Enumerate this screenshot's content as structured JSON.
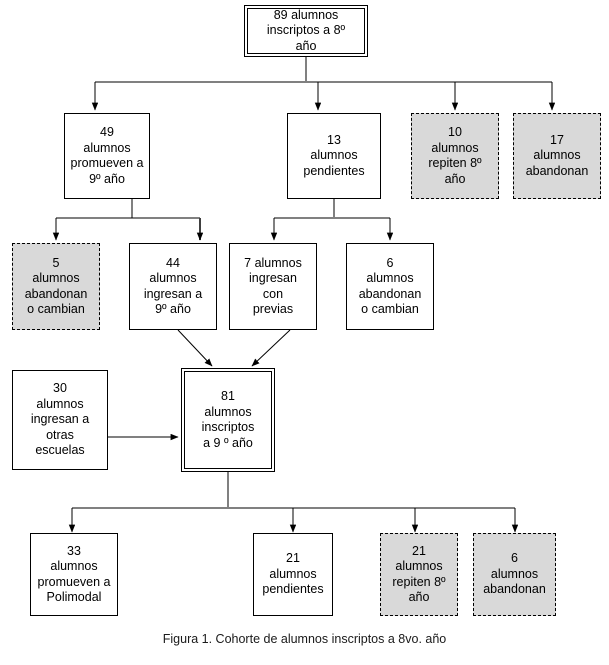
{
  "figure": {
    "caption": "Figura 1. Cohorte de alumnos inscriptos a 8vo. año",
    "colors": {
      "shaded_fill": "#d9d9d9",
      "line": "#000000",
      "connector_bar": "#808080",
      "background": "#ffffff"
    }
  },
  "diagram_data": {
    "type": "flowchart",
    "title": "Cohorte de alumnos inscriptos a 8vo. año",
    "levels": [
      {
        "level": 1,
        "nodes": [
          "root"
        ]
      },
      {
        "level": 2,
        "nodes": [
          "promueven9",
          "pendientes8",
          "repiten8",
          "abandonan8"
        ]
      },
      {
        "level": 3,
        "nodes": [
          "abandonan_cambian5",
          "ingresan44",
          "ingresan7previas",
          "abandonan_cambian6"
        ]
      },
      {
        "level": 4,
        "nodes": [
          "otras_escuelas30",
          "inscriptos81"
        ]
      },
      {
        "level": 5,
        "nodes": [
          "polimodal33",
          "pendientes21",
          "repiten21",
          "abandonan6"
        ]
      }
    ],
    "edges": [
      {
        "from": "root",
        "to": "promueven9"
      },
      {
        "from": "root",
        "to": "pendientes8"
      },
      {
        "from": "root",
        "to": "repiten8"
      },
      {
        "from": "root",
        "to": "abandonan8"
      },
      {
        "from": "promueven9",
        "to": "abandonan_cambian5"
      },
      {
        "from": "promueven9",
        "to": "ingresan44"
      },
      {
        "from": "pendientes8",
        "to": "ingresan7previas"
      },
      {
        "from": "pendientes8",
        "to": "abandonan_cambian6"
      },
      {
        "from": "ingresan44",
        "to": "inscriptos81"
      },
      {
        "from": "ingresan7previas",
        "to": "inscriptos81"
      },
      {
        "from": "otras_escuelas30",
        "to": "inscriptos81"
      },
      {
        "from": "inscriptos81",
        "to": "polimodal33"
      },
      {
        "from": "inscriptos81",
        "to": "pendientes21"
      },
      {
        "from": "inscriptos81",
        "to": "repiten21"
      },
      {
        "from": "inscriptos81",
        "to": "abandonan6"
      }
    ]
  },
  "nodes": {
    "root": {
      "id": "root",
      "value": 89,
      "text": "89 alumnos\ninscriptos a 8º\naño",
      "style": "double"
    },
    "promueven9": {
      "id": "promueven9",
      "value": 49,
      "text": "49\nalumnos\npromueven a\n9º año",
      "style": "plain"
    },
    "pendientes8": {
      "id": "pendientes8",
      "value": 13,
      "text": "13\nalumnos\npendientes",
      "style": "plain"
    },
    "repiten8": {
      "id": "repiten8",
      "value": 10,
      "text": "10\nalumnos\nrepiten 8º\naño",
      "style": "dashed-shaded"
    },
    "abandonan8": {
      "id": "abandonan8",
      "value": 17,
      "text": "17\nalumnos\nabandonan",
      "style": "dashed-shaded"
    },
    "abandonan_cambian5": {
      "id": "abandonan_cambian5",
      "value": 5,
      "text": "5\nalumnos\nabandonan\no cambian",
      "style": "dashed-shaded"
    },
    "ingresan44": {
      "id": "ingresan44",
      "value": 44,
      "text": "44\nalumnos\ningresan a\n9º año",
      "style": "plain"
    },
    "ingresan7previas": {
      "id": "ingresan7previas",
      "value": 7,
      "text": "7 alumnos\ningresan\ncon\nprevias",
      "style": "plain"
    },
    "abandonan_cambian6": {
      "id": "abandonan_cambian6",
      "value": 6,
      "text": "6\nalumnos\nabandonan\no cambian",
      "style": "plain"
    },
    "otras_escuelas30": {
      "id": "otras_escuelas30",
      "value": 30,
      "text": "30\nalumnos\ningresan a\notras\nescuelas",
      "style": "plain"
    },
    "inscriptos81": {
      "id": "inscriptos81",
      "value": 81,
      "text": "81\nalumnos\ninscriptos\na 9 º año",
      "style": "double"
    },
    "polimodal33": {
      "id": "polimodal33",
      "value": 33,
      "text": "33\nalumnos\npromueven a\nPolimodal",
      "style": "plain"
    },
    "pendientes21": {
      "id": "pendientes21",
      "value": 21,
      "text": "21\nalumnos\npendientes",
      "style": "plain"
    },
    "repiten21": {
      "id": "repiten21",
      "value": 21,
      "text": "21\nalumnos\nrepiten 8º\naño",
      "style": "dashed-shaded"
    },
    "abandonan6": {
      "id": "abandonan6",
      "value": 6,
      "text": "6\nalumnos\nabandonan",
      "style": "dashed-shaded"
    }
  }
}
